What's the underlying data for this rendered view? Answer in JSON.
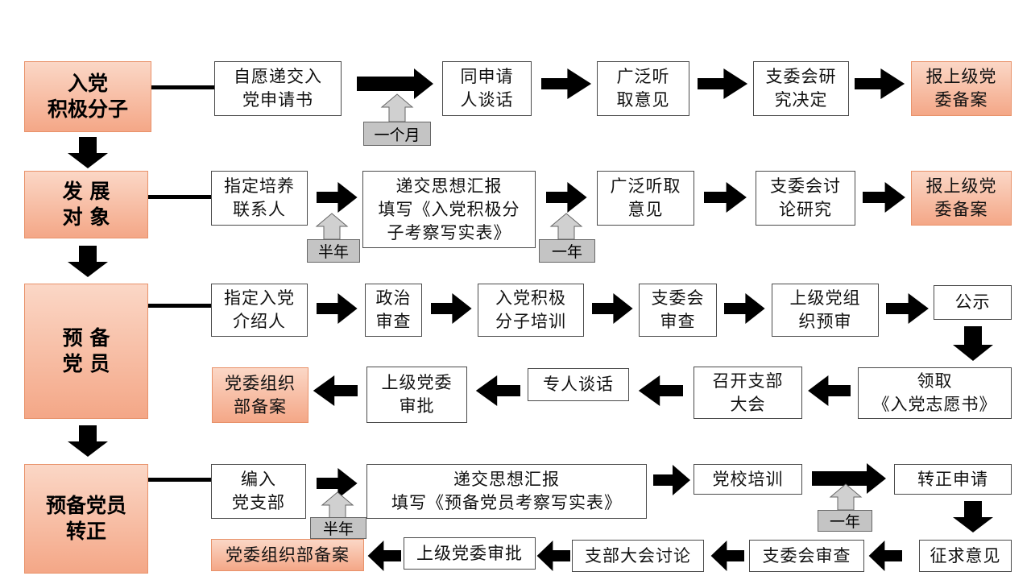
{
  "stages": {
    "s1": "入党\n积极分子",
    "s2": "发 展\n对 象",
    "s3": "预 备\n党 员",
    "s4": "预备党员\n转正"
  },
  "row1": {
    "b1": "自愿递交入\n党申请书",
    "b2": "同申请\n人谈话",
    "b3": "广泛听\n取意见",
    "b4": "支委会研\n究决定",
    "b5": "报上级党\n委备案",
    "t1": "一个月"
  },
  "row2": {
    "b1": "指定培养\n联系人",
    "b2": "递交思想汇报\n填写《入党积极分\n子考察写实表》",
    "b3": "广泛听取\n意见",
    "b4": "支委会讨\n论研究",
    "b5": "报上级党\n委备案",
    "t1": "半年",
    "t2": "一年"
  },
  "row3": {
    "b1": "指定入党\n介绍人",
    "b2": "政治\n审查",
    "b3": "入党积极\n分子培训",
    "b4": "支委会\n审查",
    "b5": "上级党组\n织预审",
    "b6": "公示",
    "b7": "领取\n《入党志愿书》",
    "b8": "召开支部\n大会",
    "b9": "专人谈话",
    "b10": "上级党委\n审批",
    "b11": "党委组织\n部备案"
  },
  "row4": {
    "b1": "编入\n党支部",
    "b2": "递交思想汇报\n填写《预备党员考察写实表》",
    "b3": "党校培训",
    "b4": "转正申请",
    "b5": "征求意见",
    "b6": "支委会审查",
    "b7": "支部大会讨论",
    "b8": "上级党委审批",
    "b9": "党委组织部备案",
    "t1": "半年",
    "t2": "一年"
  }
}
